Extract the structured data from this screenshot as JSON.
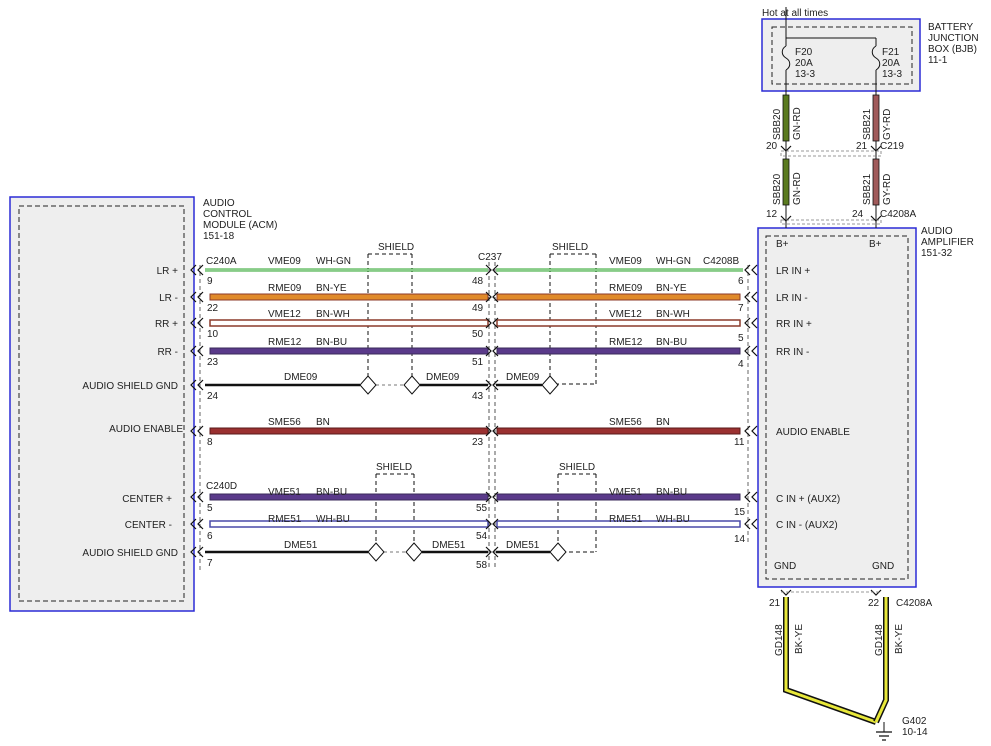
{
  "colors": {
    "module_border": "#2b2bd6",
    "module_fill": "#eeeeee",
    "wire_outline": "#111111",
    "GN": "#29a329",
    "WH": "#ffffff",
    "BN": "#8b3a2a",
    "YE": "#e8e83a",
    "BU": "#4a4aa8",
    "RD": "#d23030",
    "GY": "#9a9a9a",
    "BK": "#111111"
  },
  "bjb": {
    "hot_label": "Hot at all times",
    "title": [
      "BATTERY",
      "JUNCTION",
      "BOX (BJB)",
      "11-1"
    ],
    "fuses": [
      {
        "name": "F20",
        "rating": "20A",
        "ref": "13-3"
      },
      {
        "name": "F21",
        "rating": "20A",
        "ref": "13-3"
      }
    ],
    "feeds": [
      {
        "circuit": "SBB20",
        "color": "GN-RD",
        "pin_c219": "20",
        "pin_c4208a": "12"
      },
      {
        "circuit": "SBB21",
        "color": "GY-RD",
        "pin_c219": "21",
        "pin_c4208a": "24"
      }
    ],
    "c219": "C219",
    "c4208a": "C4208A"
  },
  "acm": {
    "title": [
      "AUDIO",
      "CONTROL",
      "MODULE (ACM)",
      "151-18"
    ],
    "pins": [
      "LR +",
      "LR -",
      "RR +",
      "RR -",
      "AUDIO SHIELD GND",
      "AUDIO ENABLE",
      "CENTER +",
      "CENTER -",
      "AUDIO SHIELD GND"
    ],
    "connectors": {
      "top": "C240A",
      "bottom": "C240D"
    }
  },
  "amp": {
    "title": [
      "AUDIO",
      "AMPLIFIER",
      "151-32"
    ],
    "bplus": [
      "B+",
      "B+"
    ],
    "pins": [
      "LR IN +",
      "LR IN -",
      "RR IN +",
      "RR IN -",
      "AUDIO ENABLE",
      "C IN + (AUX2)",
      "C IN - (AUX2)"
    ],
    "gnd": [
      "GND",
      "GND"
    ],
    "connector": "C4208B"
  },
  "inline_connector": "C237",
  "shield_label": "SHIELD",
  "wires": [
    {
      "circuit": "VME09",
      "color": "WH-GN",
      "pin_acm": "9",
      "pin_c237": "48",
      "pin_amp": "6"
    },
    {
      "circuit": "RME09",
      "color": "BN-YE",
      "pin_acm": "22",
      "pin_c237": "49",
      "pin_amp": "7"
    },
    {
      "circuit": "VME12",
      "color": "BN-WH",
      "pin_acm": "10",
      "pin_c237": "50",
      "pin_amp": "5"
    },
    {
      "circuit": "RME12",
      "color": "BN-BU",
      "pin_acm": "23",
      "pin_c237": "51",
      "pin_amp": "4"
    },
    {
      "circuit": "DME09",
      "pin_acm": "24",
      "pin_c237": "43"
    },
    {
      "circuit": "SME56",
      "color": "BN",
      "pin_acm": "8",
      "pin_c237": "23",
      "pin_amp": "11"
    },
    {
      "circuit": "VME51",
      "color": "BN-BU",
      "pin_acm": "5",
      "pin_c237": "55",
      "pin_amp": "15"
    },
    {
      "circuit": "RME51",
      "color": "WH-BU",
      "pin_acm": "6",
      "pin_c237": "54",
      "pin_amp": "14"
    },
    {
      "circuit": "DME51",
      "pin_acm": "7",
      "pin_c237": "58"
    }
  ],
  "ground": {
    "circuit": "GD148",
    "color": "BK-YE",
    "pins": [
      "21",
      "22"
    ],
    "connector": "C4208A",
    "point": "G402",
    "ref": "10-14"
  }
}
